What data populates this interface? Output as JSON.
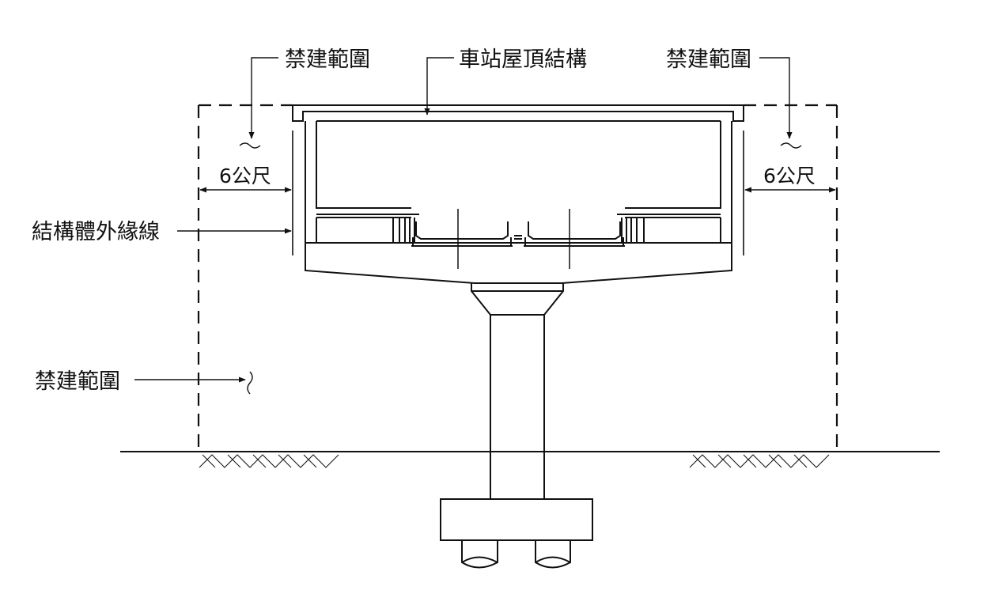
{
  "labels": {
    "no_build_zone": "禁建範圍",
    "station_roof": "車站屋頂結構",
    "structure_edge": "結構體外緣線",
    "distance": "6公尺"
  },
  "colors": {
    "ink": "#111111",
    "background": "#ffffff"
  }
}
